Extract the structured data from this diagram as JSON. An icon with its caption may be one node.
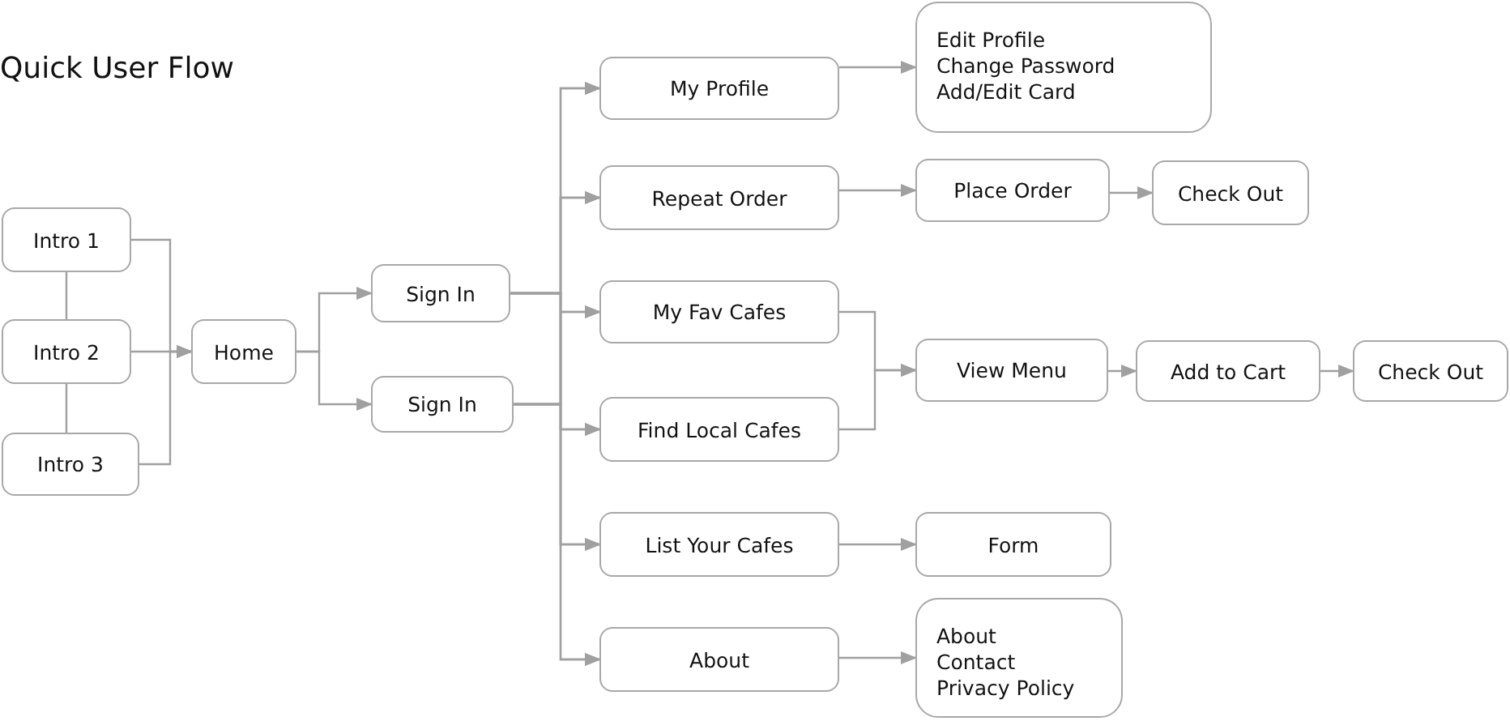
{
  "diagram": {
    "title": "Quick User Flow",
    "nodes": [
      {
        "text": [
          "Intro 1"
        ]
      },
      {
        "text": [
          "Intro 2"
        ]
      },
      {
        "text": [
          "Intro 3"
        ]
      },
      {
        "text": [
          "Home"
        ]
      },
      {
        "text": [
          "Sign In"
        ]
      },
      {
        "text": [
          "Sign In"
        ]
      },
      {
        "text": [
          "My Profile"
        ]
      },
      {
        "text": [
          "Edit Profile",
          "Change Password",
          "Add/Edit Card"
        ]
      },
      {
        "text": [
          "Repeat Order"
        ]
      },
      {
        "text": [
          "Place Order"
        ]
      },
      {
        "text": [
          "Check Out"
        ]
      },
      {
        "text": [
          "My Fav Cafes"
        ]
      },
      {
        "text": [
          "Find Local Cafes"
        ]
      },
      {
        "text": [
          "View Menu"
        ]
      },
      {
        "text": [
          "Add to Cart"
        ]
      },
      {
        "text": [
          "Check Out"
        ]
      },
      {
        "text": [
          "List Your Cafes"
        ]
      },
      {
        "text": [
          "Form"
        ]
      },
      {
        "text": [
          "About"
        ]
      },
      {
        "text": [
          "About",
          "Contact",
          "Privacy Policy"
        ]
      }
    ],
    "edges": [
      {
        "from": 0,
        "to": 1,
        "arrow": "none"
      },
      {
        "from": 1,
        "to": 2,
        "arrow": "none"
      },
      {
        "from": 0,
        "to": 3,
        "arrow": "to"
      },
      {
        "from": 1,
        "to": 3,
        "arrow": "to"
      },
      {
        "from": 2,
        "to": 3,
        "arrow": "to"
      },
      {
        "from": 3,
        "to": 4,
        "arrow": "to"
      },
      {
        "from": 3,
        "to": 5,
        "arrow": "to"
      },
      {
        "from": 4,
        "to": 6,
        "arrow": "to"
      },
      {
        "from": 4,
        "to": 8,
        "arrow": "to"
      },
      {
        "from": 4,
        "to": 11,
        "arrow": "to"
      },
      {
        "from": 4,
        "to": 12,
        "arrow": "to"
      },
      {
        "from": 4,
        "to": 16,
        "arrow": "to"
      },
      {
        "from": 4,
        "to": 18,
        "arrow": "to"
      },
      {
        "from": 5,
        "to": 6,
        "arrow": "to"
      },
      {
        "from": 5,
        "to": 8,
        "arrow": "to"
      },
      {
        "from": 5,
        "to": 11,
        "arrow": "to"
      },
      {
        "from": 5,
        "to": 12,
        "arrow": "to"
      },
      {
        "from": 5,
        "to": 16,
        "arrow": "to"
      },
      {
        "from": 5,
        "to": 18,
        "arrow": "to"
      },
      {
        "from": 6,
        "to": 7,
        "arrow": "to"
      },
      {
        "from": 8,
        "to": 9,
        "arrow": "to"
      },
      {
        "from": 9,
        "to": 10,
        "arrow": "to"
      },
      {
        "from": 11,
        "to": 13,
        "arrow": "to"
      },
      {
        "from": 12,
        "to": 13,
        "arrow": "to"
      },
      {
        "from": 13,
        "to": 14,
        "arrow": "to"
      },
      {
        "from": 14,
        "to": 15,
        "arrow": "to"
      },
      {
        "from": 16,
        "to": 17,
        "arrow": "to"
      },
      {
        "from": 18,
        "to": 19,
        "arrow": "to"
      }
    ]
  }
}
